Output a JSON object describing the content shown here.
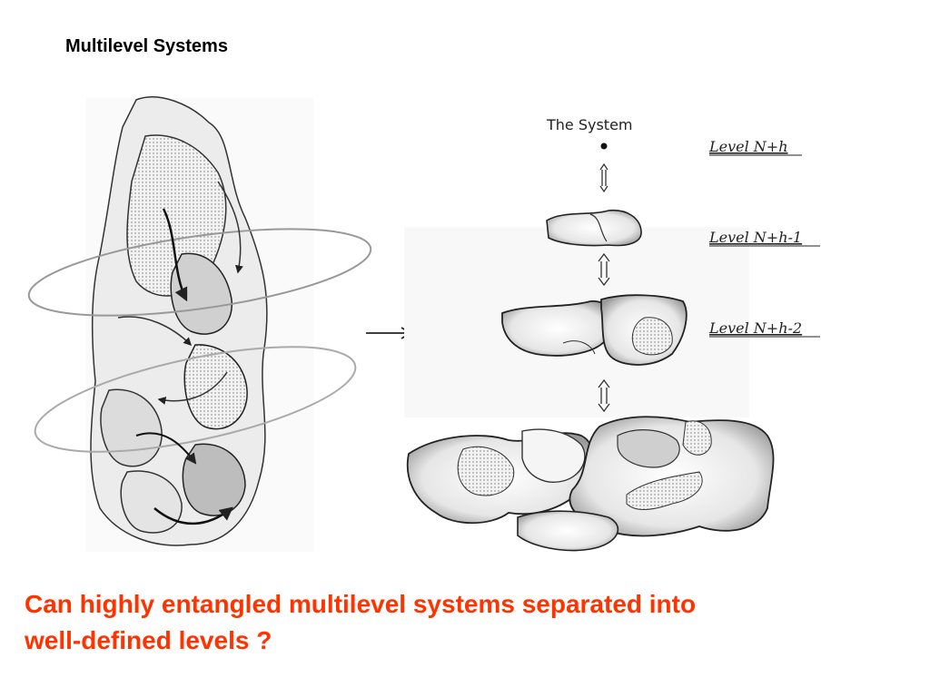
{
  "slide": {
    "title": "Multilevel Systems"
  },
  "diagram": {
    "system_label": "The System",
    "levels": [
      {
        "label": "Level N+h"
      },
      {
        "label": "Level N+h-1"
      },
      {
        "label": "Level N+h-2"
      }
    ],
    "colors": {
      "question_text": "#ff3300",
      "blob_fill": "#d8d8d8",
      "stroke": "#333333"
    }
  },
  "question": {
    "lines": [
      "Can highly entangled multilevel systems separated into",
      "well-defined levels ?"
    ]
  }
}
